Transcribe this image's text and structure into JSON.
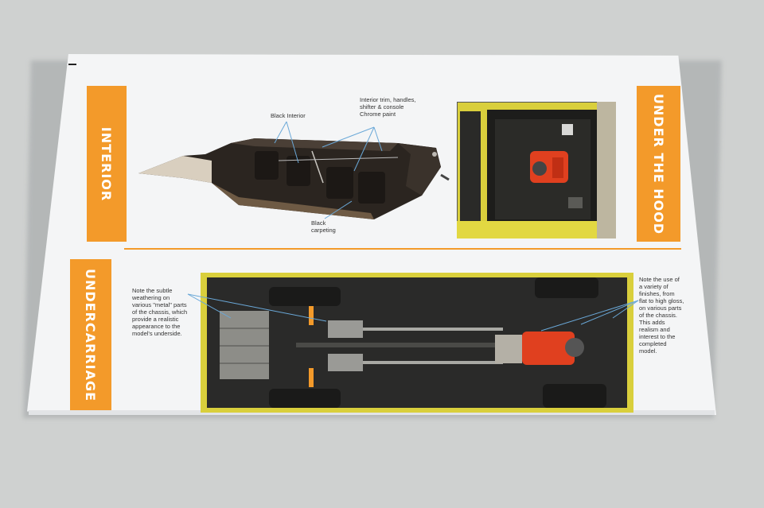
{
  "sections": {
    "interior": "INTERIOR",
    "under_the_hood": "UNDER THE HOOD",
    "undercarriage": "UNDERCARRIAGE"
  },
  "callouts": {
    "black_interior": "Black Interior",
    "interior_trim": "Interior trim, handles,\nshifter & console\nChrome paint",
    "black_carpeting": "Black\ncarpeting",
    "weathering_note": "Note the subtle\nweathering on\nvarious \"metal\" parts\nof the chassis, which\nprovide a realistic\nappearance to the\nmodel's underside.",
    "finishes_note": "Note the use of\na variety of\nfinishes, from\nflat to high gloss,\non various parts\nof the chassis.\nThis adds\nrealism and\ninterest to the\ncompleted\nmodel."
  },
  "colors": {
    "accent": "#f39a2a",
    "car_yellow": "#d9cf3c",
    "engine_red": "#e0401f",
    "page": "#f4f5f6"
  }
}
